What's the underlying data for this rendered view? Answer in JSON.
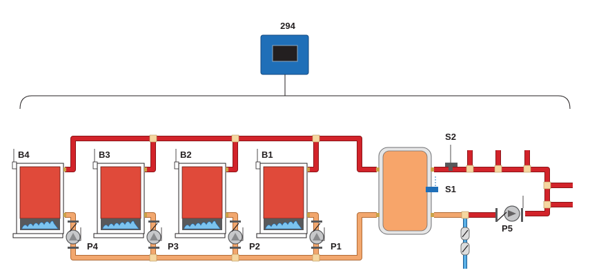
{
  "controller": {
    "label": "294"
  },
  "boilers": [
    {
      "label": "B4"
    },
    {
      "label": "B3"
    },
    {
      "label": "B2"
    },
    {
      "label": "B1"
    }
  ],
  "pumps": [
    {
      "label": "P4"
    },
    {
      "label": "P3"
    },
    {
      "label": "P2"
    },
    {
      "label": "P1"
    },
    {
      "label": "P5"
    }
  ],
  "sensors": [
    {
      "label": "S2"
    },
    {
      "label": "S1"
    }
  ],
  "colors": {
    "supply": "#d2232a",
    "return": "#f2a76e",
    "boiler_fill": "#e04a3a",
    "tank_fill": "#f7a56a",
    "controller": "#1f6fb8",
    "cold_water": "#2b7bbf",
    "fitting": "#f5d6a0"
  }
}
